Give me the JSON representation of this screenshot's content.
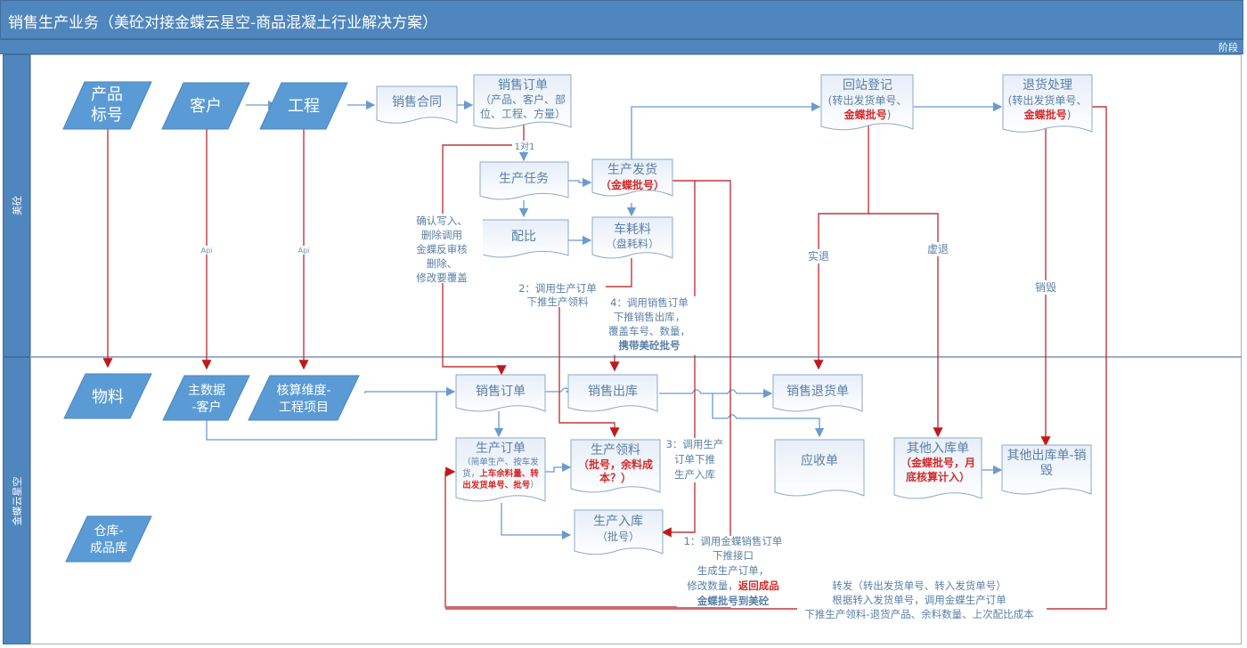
{
  "header": {
    "title": "销售生产业务（美砼对接金蝶云星空-商品混凝土行业解决方案）",
    "phase_label": "阶段"
  },
  "lanes": [
    {
      "label": "美砼"
    },
    {
      "label": "金蝶云星空"
    }
  ],
  "colors": {
    "header": "#4f86bd",
    "shape_fill": "#5b9bd5",
    "doc_fill": "#eef3fa",
    "doc_stroke": "#8fa9c6",
    "text_blue": "#5a7fa6",
    "flow_blue": "#6a9bcf",
    "flow_red": "#c0393b",
    "emphasis_red": "#d42a2a"
  },
  "mt_lane": {
    "data_shapes": [
      {
        "id": "product-code",
        "lines": [
          "产品",
          "标号"
        ]
      },
      {
        "id": "customer",
        "lines": [
          "客户"
        ]
      },
      {
        "id": "project",
        "lines": [
          "工程"
        ]
      }
    ],
    "documents": {
      "sales_contract": {
        "title": "销售合同",
        "lines": []
      },
      "sales_order": {
        "title": "销售订单",
        "lines": [
          "（产品、客户、部",
          "位、工程、方量）"
        ]
      },
      "production_task": {
        "title": "生产任务",
        "lines": []
      },
      "production_shipment": {
        "title": "生产发货",
        "red_lines": [
          "（金蝶批号）"
        ]
      },
      "mix_ratio": {
        "title": "配比",
        "lines": []
      },
      "truck_material": {
        "title": "车耗料",
        "lines": [
          "（盘耗料）"
        ]
      },
      "return_register": {
        "title": "回站登记",
        "lines": [
          "(转出发货单号、"
        ],
        "red_lines": [
          "金蝶批号"
        ],
        "suffix": ")"
      },
      "return_process": {
        "title": "退货处理",
        "lines": [
          "(转出发货单号、"
        ],
        "red_lines": [
          "金蝶批号"
        ],
        "suffix": ")"
      }
    }
  },
  "kd_lane": {
    "data_shapes": [
      {
        "id": "material",
        "lines": [
          "物料"
        ]
      },
      {
        "id": "master-customer",
        "lines": [
          "主数据",
          "-客户"
        ]
      },
      {
        "id": "accounting-project",
        "lines": [
          "核算维度-",
          "工程项目"
        ]
      },
      {
        "id": "warehouse",
        "lines": [
          "仓库-",
          "成品库"
        ]
      }
    ],
    "documents": {
      "kd_sales_order": {
        "title": "销售订单"
      },
      "sales_outbound": {
        "title": "销售出库"
      },
      "sales_return": {
        "title": "销售退货单"
      },
      "production_order": {
        "title": "生产订单",
        "lines": [
          "（简单生产、按车发",
          "货，"
        ],
        "red_inline": "上车余料量、转",
        "red_lines": [
          "出发货单号、批号"
        ],
        "suffix": "）"
      },
      "production_picking": {
        "title": "生产领料",
        "red_lines": [
          "（批号，余料成",
          "本？）"
        ]
      },
      "receivable": {
        "title": "应收单"
      },
      "other_inbound": {
        "title": "其他入库单",
        "red_lines": [
          "（金蝶批号，月",
          "底核算计入）"
        ]
      },
      "other_outbound": {
        "title": "其他出库单-销",
        "lines": [
          "毁"
        ]
      },
      "production_inbound": {
        "title": "生产入库",
        "lines": [
          "（批号）"
        ]
      }
    }
  },
  "annotations": {
    "one_to_one": "1对1",
    "api_1": "Api",
    "api_2": "Api",
    "confirm_write": [
      "确认写入、",
      "删除调用",
      "金蝶反审核",
      "删除、",
      "修改要覆盖"
    ],
    "step2": [
      "2：调用生产订单",
      "下推生产领料"
    ],
    "step4": [
      "4：调用销售订单",
      "下推销售出库，",
      "覆盖车号、数量，"
    ],
    "step4_red": "携带美砼批号",
    "step3": [
      "3：调用生产",
      "订单下推",
      "生产入库"
    ],
    "step1": [
      "1：调用金蝶销售订单",
      "下推接口",
      "生成生产订单，"
    ],
    "step1_mixed_blue": "修改数量，",
    "step1_mixed_red": "返回成品",
    "step1_red": "金蝶批号到美砼",
    "real_return": "实退",
    "virtual_return": "虚退",
    "destroy": "销毁",
    "forward": [
      "转发（转出发货单号、转入发货单号）",
      "根据转入发货单号，调用金蝶生产订单",
      "下推生产领料-退货产品、余料数量、上次配比成本"
    ]
  }
}
